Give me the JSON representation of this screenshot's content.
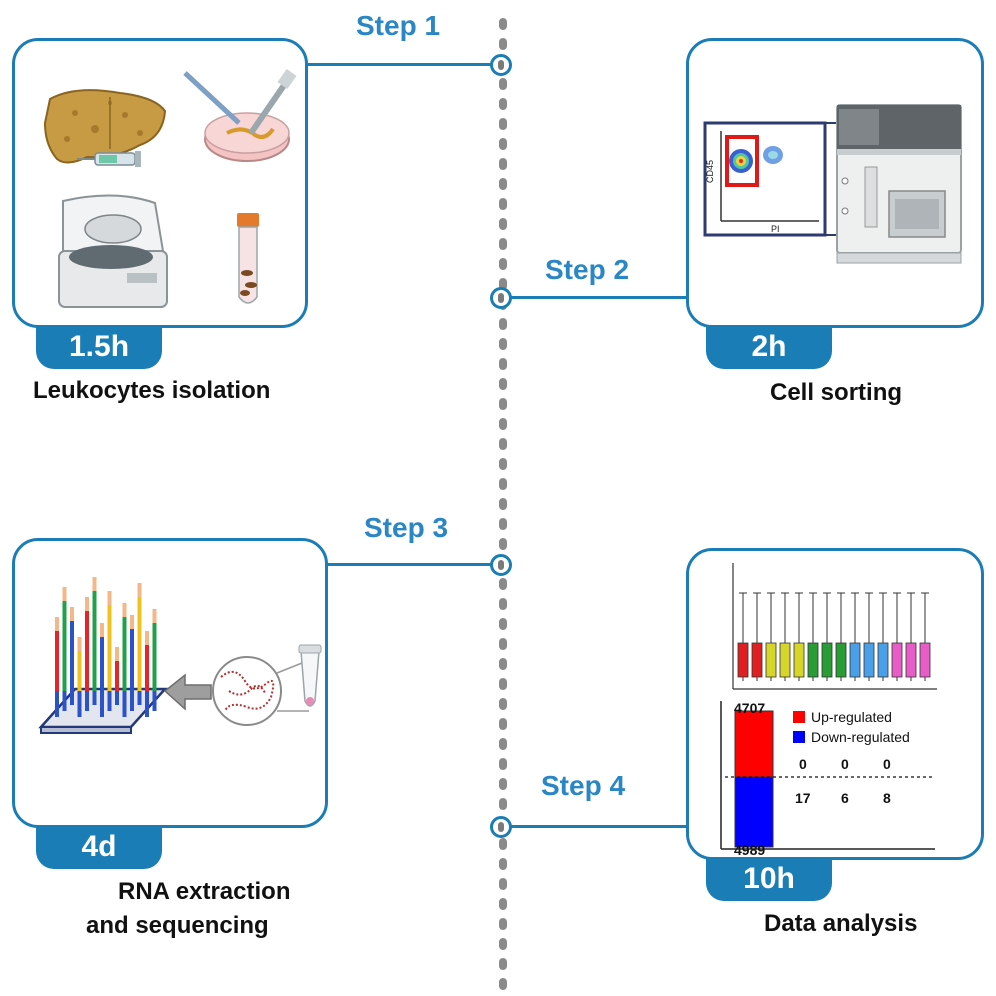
{
  "steps": [
    {
      "label": "Step 1",
      "duration": "1.5h",
      "caption": "Leukocytes isolation"
    },
    {
      "label": "Step 2",
      "duration": "2h",
      "caption": "Cell sorting"
    },
    {
      "label": "Step 3",
      "duration": "4d",
      "caption_line1": "RNA extraction",
      "caption_line2": "and sequencing"
    },
    {
      "label": "Step 4",
      "duration": "10h",
      "caption": "Data analysis"
    }
  ],
  "flow_plot": {
    "y_axis_label": "CD45",
    "x_axis_label": "PI"
  },
  "bar_chart": {
    "top_value": "4707",
    "bottom_value": "4989",
    "legend_up": "Up-regulated",
    "legend_down": "Down-regulated",
    "up_counts": [
      "0",
      "0",
      "0"
    ],
    "down_counts": [
      "17",
      "6",
      "8"
    ],
    "up_color": "#ff0000",
    "down_color": "#0000ff"
  },
  "colors": {
    "accent": "#1b7db6",
    "step_text": "#2a86c4",
    "timeline_dots": "#8a8a8a"
  }
}
